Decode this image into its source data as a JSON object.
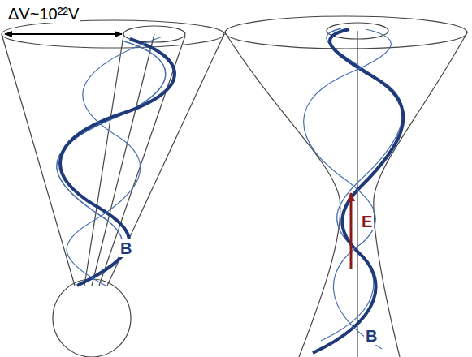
{
  "diagram": {
    "labels": [
      "ΔV~10²²V",
      "B",
      "E",
      "B"
    ]
  }
}
